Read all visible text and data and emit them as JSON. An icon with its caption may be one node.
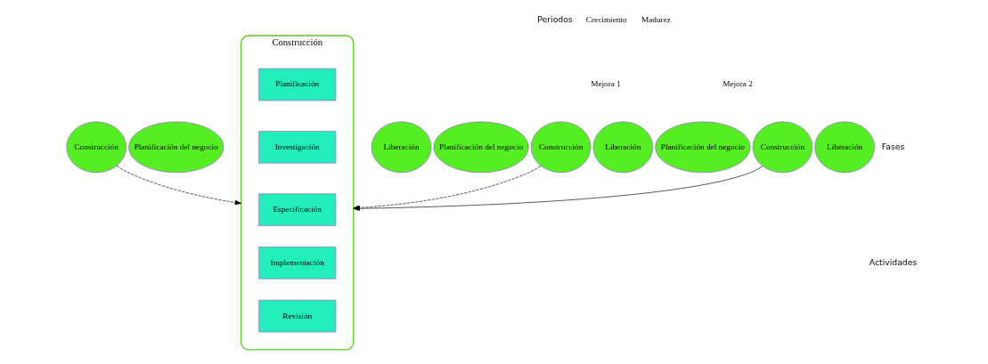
{
  "diagram": {
    "nodes": [
      {
        "text": [
          "Planificación del negocio"
        ]
      },
      {
        "text": [
          "Construcción"
        ]
      },
      {
        "text": [
          "Liberación"
        ]
      },
      {
        "text": [
          "Planificación del negocio"
        ]
      },
      {
        "text": [
          "Construcción"
        ]
      },
      {
        "text": [
          "Liberación"
        ]
      },
      {
        "text": [
          "Planificación del negocio"
        ]
      },
      {
        "text": [
          "Construcción"
        ]
      },
      {
        "text": [
          "Liberación"
        ]
      },
      {
        "text": [
          "Construcción"
        ]
      },
      {
        "text": [
          "Planificación"
        ],
        "in": 9
      },
      {
        "text": [
          "Investigación"
        ],
        "in": 9
      },
      {
        "text": [
          "Especificación"
        ],
        "in": 9
      },
      {
        "text": [
          "Implementación"
        ],
        "in": 9
      },
      {
        "text": [
          "Revisión"
        ],
        "in": 9
      }
    ],
    "edges": [
      {
        "from": 1,
        "to": 9,
        "arrow": "to",
        "style": "dashed"
      },
      {
        "from": 4,
        "to": 9,
        "arrow": "to",
        "style": "dashed"
      },
      {
        "from": 7,
        "to": 9,
        "arrow": "to"
      }
    ],
    "labels": [
      "Periodos",
      "Crecimiento",
      "Madurez",
      "Mejora 1",
      "Mejora 2",
      "Fases",
      "Actividades"
    ]
  }
}
